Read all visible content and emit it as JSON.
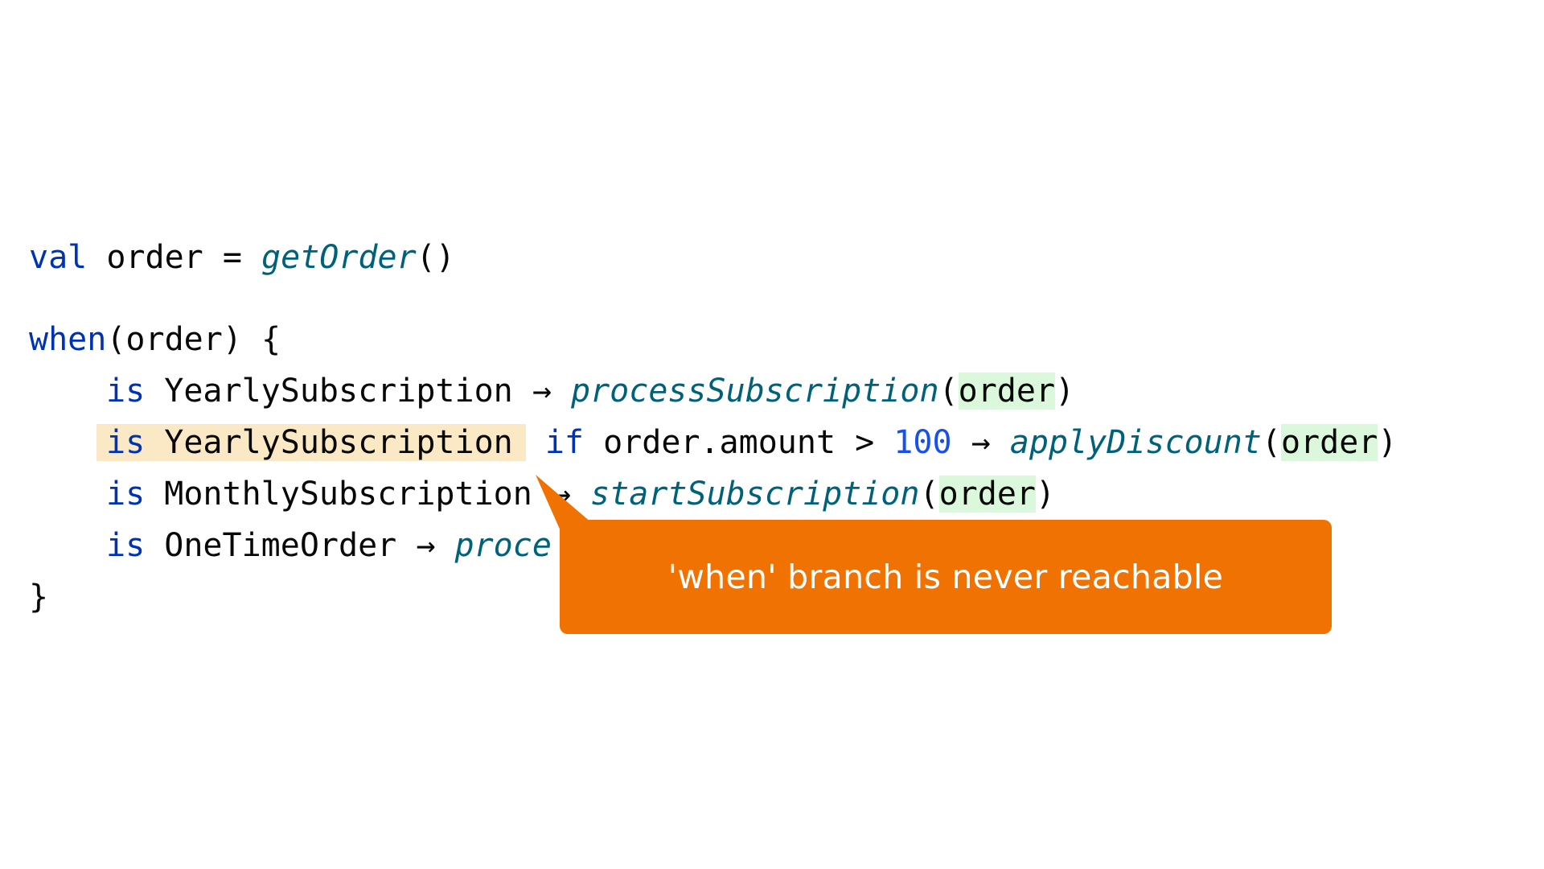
{
  "code": {
    "line1": {
      "kw_val": "val",
      "var": " order = ",
      "fn": "getOrder",
      "tail": "()"
    },
    "line2": {
      "kw_when": "when",
      "tail": "(order) {"
    },
    "line3": {
      "kw_is": "is",
      "type": " YearlySubscription ",
      "arrow": "→ ",
      "fn": "processSubscription",
      "open": "(",
      "param": "order",
      "close": ")"
    },
    "line4": {
      "kw_is": "is",
      "type": " YearlySubscription",
      "kw_if": " if",
      "mid": " order.amount > ",
      "num": "100",
      "arrow": " → ",
      "fn": "applyDiscount",
      "open": "(",
      "param": "order",
      "close": ")"
    },
    "line5": {
      "kw_is": "is",
      "type": " MonthlySubscription ",
      "arrow": "→ ",
      "fn": "startSubscription",
      "open": "(",
      "param": "order",
      "close": ")"
    },
    "line6": {
      "kw_is": "is",
      "type": " OneTimeOrder ",
      "arrow": "→ ",
      "fn": "proce"
    },
    "line7": {
      "brace": "}"
    }
  },
  "tooltip": {
    "message": "'when' branch is never reachable",
    "color": "#f07202"
  },
  "colors": {
    "keyword": "#0033b3",
    "function": "#00627a",
    "number": "#1750eb",
    "param_highlight": "#dbf8dc",
    "warning_highlight": "#fbe8c4"
  }
}
